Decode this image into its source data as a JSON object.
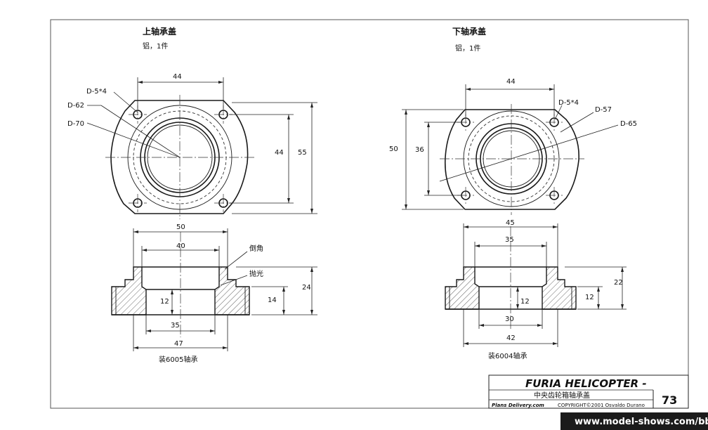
{
  "upper_cover": {
    "title": "上轴承盖",
    "material": "铝，1件",
    "plan": {
      "d_hole": "D-5*4",
      "d_outer": "D-62",
      "d_inner": "D-70",
      "dim_hole_spacing_h": "44",
      "dim_hole_spacing_v": "44",
      "dim_height": "55"
    },
    "section": {
      "dim_top": "50",
      "dim_bore_top": "40",
      "chamfer_label": "倒角",
      "polish_label": "抛光",
      "dim_total_h": "24",
      "dim_flange_h": "14",
      "dim_inner_h": "12",
      "dim_bore_bottom": "35",
      "dim_base": "47",
      "bearing_note": "装6005轴承"
    }
  },
  "lower_cover": {
    "title": "下轴承盖",
    "material": "铝，1件",
    "plan": {
      "d_hole": "D-5*4",
      "d_outer": "D-57",
      "d_inner": "D-65",
      "dim_hole_spacing_h": "44",
      "dim_hole_spacing_v": "36",
      "dim_height": "50"
    },
    "section": {
      "dim_top": "45",
      "dim_bore_top": "35",
      "dim_total_h": "22",
      "dim_flange_h": "12",
      "dim_inner_h": "12",
      "dim_bore_bottom": "30",
      "dim_base": "42",
      "bearing_note": "装6004轴承"
    }
  },
  "title_block": {
    "title": "FURIA HELICOPTER -",
    "subtitle": "中央齿轮箱轴承盖",
    "publisher": "Plans Delivery.com",
    "copyright": "COPYRIGHT©2001 Osvaldo Durano",
    "page_number": "73"
  },
  "watermark": "www.model-shows.com/bbs"
}
